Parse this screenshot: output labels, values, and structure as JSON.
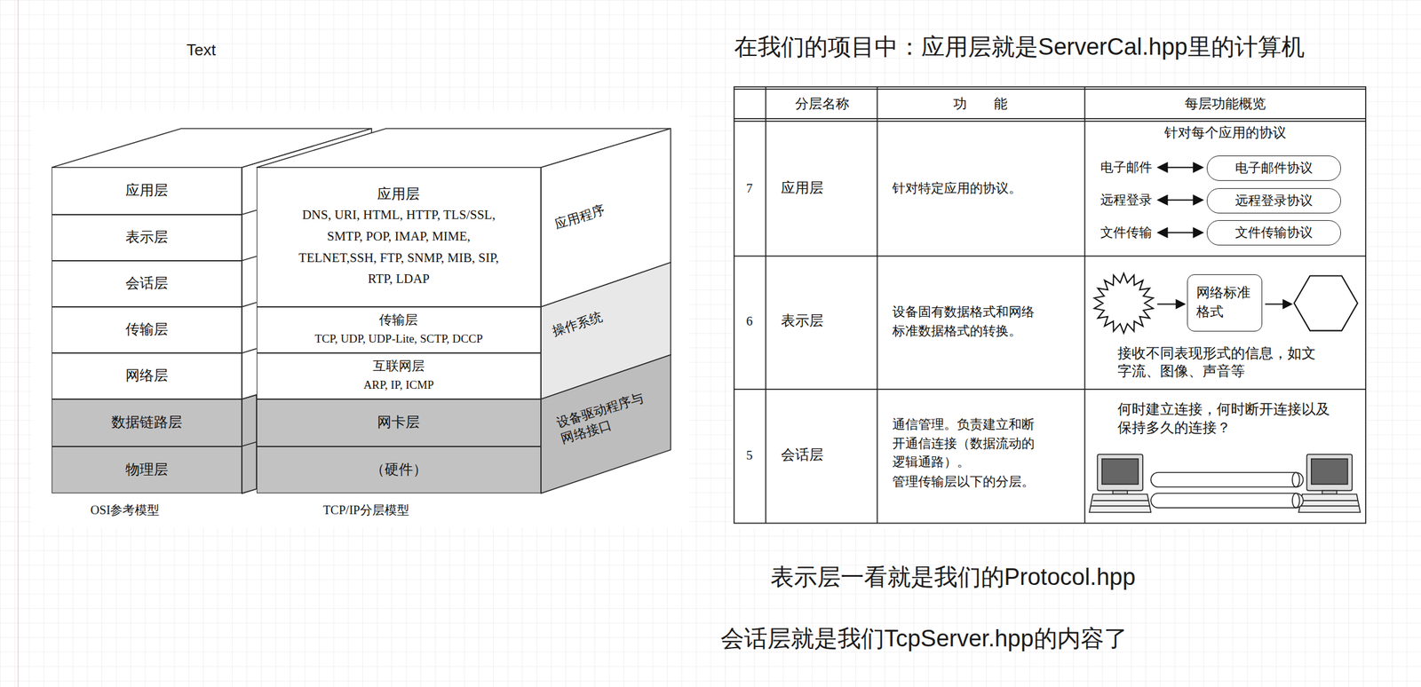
{
  "diagram": {
    "title": "在我们的项目中：应用层就是ServerCal.hpp里的计算机",
    "nodes": [
      {
        "text": [
          "应用层"
        ]
      },
      {
        "text": [
          "表示层"
        ]
      },
      {
        "text": [
          "会话层"
        ]
      },
      {
        "text": [
          "传输层"
        ]
      },
      {
        "text": [
          "网络层"
        ]
      },
      {
        "text": [
          "数据链路层"
        ]
      },
      {
        "text": [
          "物理层"
        ]
      },
      {
        "text": [
          "应用层",
          "DNS, URI, HTML, HTTP, TLS/SSL, SMTP, POP, IMAP, MIME, TELNET,SSH, FTP, SNMP, MIB, SIP, RTP, LDAP"
        ]
      },
      {
        "text": [
          "传输层",
          "TCP, UDP, UDP-Lite, SCTP, DCCP"
        ]
      },
      {
        "text": [
          "互联网层",
          "ARP, IP, ICMP"
        ]
      },
      {
        "text": [
          "网卡层"
        ]
      },
      {
        "text": [
          "（硬件）"
        ]
      },
      {
        "text": [
          "电子邮件协议"
        ]
      },
      {
        "text": [
          "远程登录协议"
        ]
      },
      {
        "text": [
          "文件传输协议"
        ]
      },
      {
        "text": [
          "网络标准格式"
        ]
      }
    ],
    "labels": [
      "Text",
      "应用程序",
      "操作系统",
      "设备驱动程序与网络接口",
      "OSI参考模型",
      "TCP/IP分层模型",
      "分层名称",
      "功　　能",
      "每层功能概览",
      "7",
      "应用层",
      "针对特定应用的协议。",
      "针对每个应用的协议",
      "电子邮件",
      "远程登录",
      "文件传输",
      "6",
      "表示层",
      "设备固有数据格式和网络标准数据格式的转换。",
      "接收不同表现形式的信息，如文字流、图像、声音等",
      "5",
      "会话层",
      "通信管理。负责建立和断开通信连接（数据流动的逻辑通路）。",
      "管理传输层以下的分层。",
      "何时建立连接，何时断开连接以及保持多久的连接？",
      "表示层一看就是我们的Protocol.hpp",
      "会话层就是我们TcpServer.hpp的内容了"
    ]
  }
}
